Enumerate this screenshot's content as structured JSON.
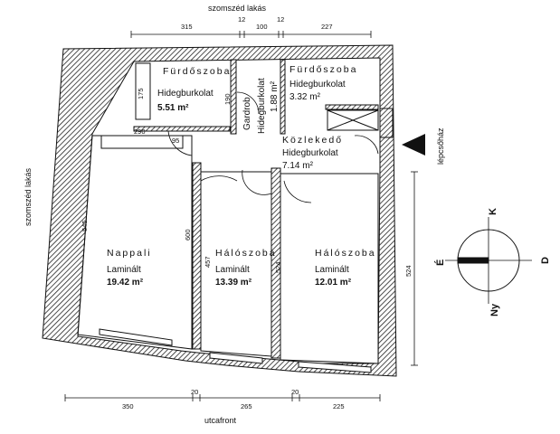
{
  "labels": {
    "top_neighbor": "szomszéd lakás",
    "left_neighbor": "szomszéd lakás",
    "stairwell": "lépcsőház",
    "street_front": "utcafront"
  },
  "rooms": {
    "bathroom1": {
      "name": "Fürdőszoba",
      "material": "Hidegburkolat",
      "area": "5.51 m²"
    },
    "pantry": {
      "name": "Gardrob",
      "material": "Hidegburkolat",
      "area": "1.88 m²"
    },
    "bathroom2": {
      "name": "Fürdőszoba",
      "material": "Hidegburkolat",
      "area": "3.32 m²"
    },
    "hallway": {
      "name": "Közlekedő",
      "material": "Hidegburkolat",
      "area": "7.14 m²"
    },
    "living": {
      "name": "Nappali",
      "material": "Laminált",
      "area": "19.42 m²"
    },
    "bedroom1": {
      "name": "Hálószoba",
      "material": "Laminált",
      "area": "13.39 m²"
    },
    "bedroom2": {
      "name": "Hálószoba",
      "material": "Laminált",
      "area": "12.01 m²"
    }
  },
  "dimensions": {
    "top": [
      "315",
      "12",
      "100",
      "12",
      "227"
    ],
    "bottom": [
      "350",
      "20",
      "265",
      "20",
      "225"
    ],
    "right_524": "524",
    "living_545": "545",
    "living_600": "600",
    "bedroom1_457": "457",
    "bedroom1_524": "524",
    "kitchen_290": "290",
    "kitchen_95": "95",
    "bath_175": "175",
    "bath_190": "190"
  },
  "compass": {
    "north": "K",
    "east": "D",
    "south": "Ny",
    "west": "É"
  },
  "colors": {
    "wall_hatch": "#222222",
    "line": "#111111",
    "background": "#ffffff"
  }
}
